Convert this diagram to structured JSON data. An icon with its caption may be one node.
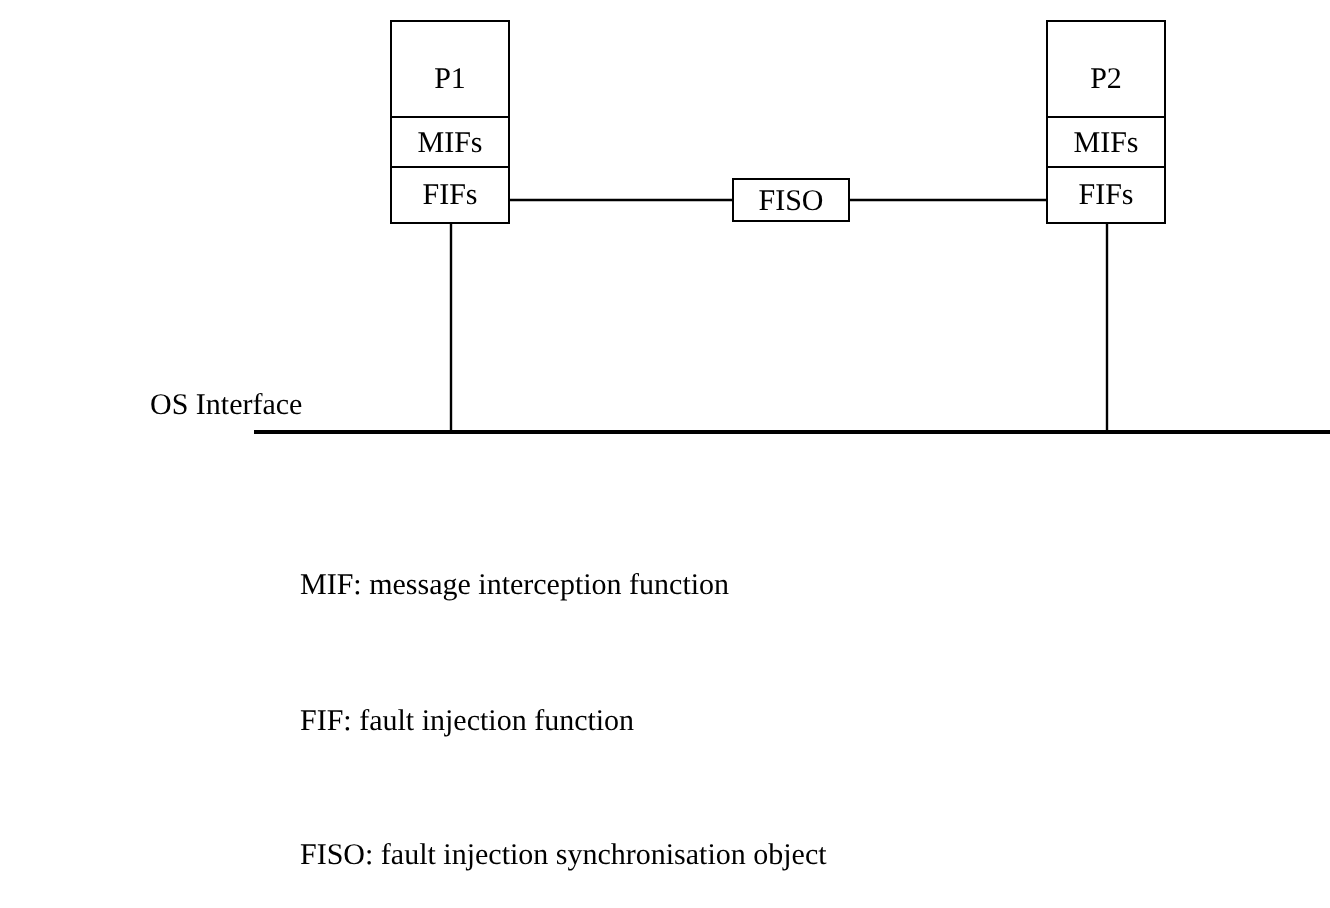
{
  "diagram": {
    "nodes": [
      {
        "text": [
          "P1"
        ]
      },
      {
        "text": [
          "MIFs"
        ],
        "in": 0
      },
      {
        "text": [
          "FIFs"
        ],
        "in": 0
      },
      {
        "text": [
          "FISO"
        ]
      },
      {
        "text": [
          "P2"
        ]
      },
      {
        "text": [
          "MIFs"
        ],
        "in": 4
      },
      {
        "text": [
          "FIFs"
        ],
        "in": 4
      },
      {
        "text": [],
        "shape": "bar",
        "beside": [
          "OS Interface"
        ]
      }
    ],
    "edges": [
      {
        "from": 2,
        "to": 3,
        "arrow": "none"
      },
      {
        "from": 3,
        "to": 6,
        "arrow": "none"
      },
      {
        "from": 2,
        "to": 7,
        "arrow": "none"
      },
      {
        "from": 6,
        "to": 7,
        "arrow": "none"
      }
    ],
    "labels": [
      "MIF: message interception function",
      "FIF: fault injection function",
      "FISO: fault injection synchronisation object"
    ]
  }
}
